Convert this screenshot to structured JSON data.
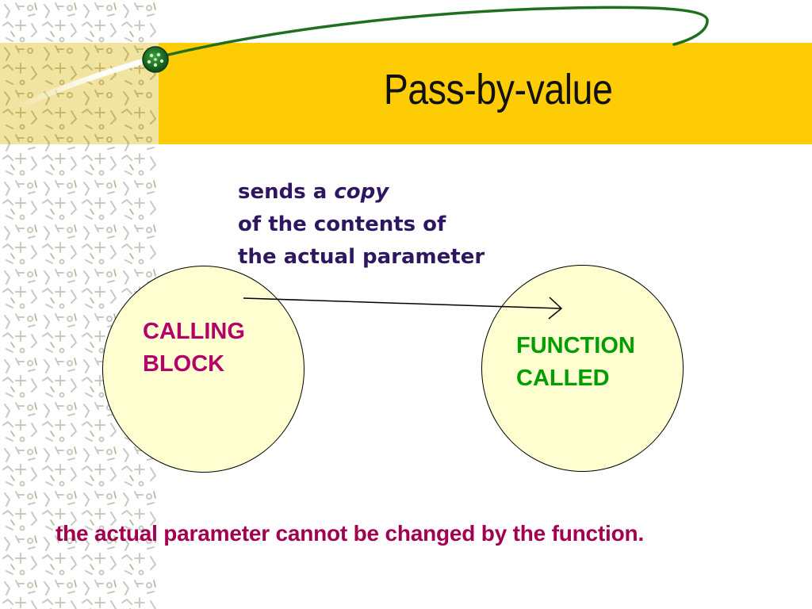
{
  "slide": {
    "title": "Pass-by-value",
    "caption": {
      "line1_prefix": "sends a ",
      "line1_emphasis": "copy",
      "line2": "of the contents of",
      "line3": "the actual  parameter"
    },
    "calling_block": {
      "line1": "CALLING",
      "line2": "BLOCK"
    },
    "function_called": {
      "line1": "FUNCTION",
      "line2": "CALLED"
    },
    "conclusion": "the actual parameter cannot be changed by the function."
  },
  "colors": {
    "title_band": "#fdcc05",
    "circle_fill": "#fefed0",
    "calling_text": "#b5006a",
    "function_text": "#009e00",
    "caption_text": "#2e1660",
    "conclusion_text": "#a3004f",
    "swoosh": "#1f6f1f"
  },
  "icons": {
    "swoosh_bead": "green-bead-icon",
    "arrow": "arrow-right-icon"
  }
}
